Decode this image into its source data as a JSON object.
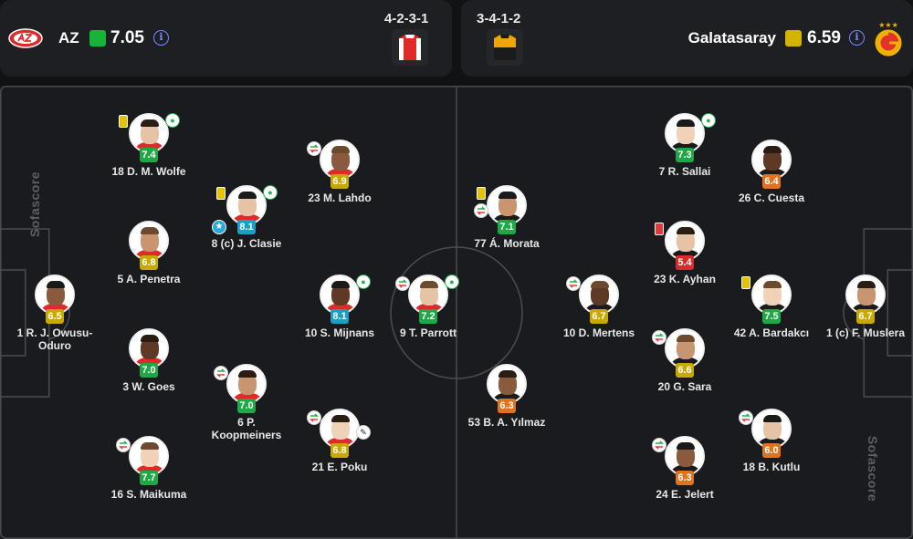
{
  "home": {
    "name": "AZ",
    "rating": "7.05",
    "formation": "4-2-3-1",
    "rating_color": "#18b43a",
    "kit_colors": [
      "#e02a2a",
      "#ffffff"
    ]
  },
  "away": {
    "name": "Galatasaray",
    "rating": "6.59",
    "formation": "3-4-1-2",
    "rating_color": "#d5b400",
    "kit_colors": [
      "#222222",
      "#f0a500"
    ]
  },
  "watermark": "Sofascore",
  "rating_colors": {
    "green": "#1fa846",
    "yellow": "#c9a900",
    "orange": "#e2731c",
    "blue": "#1d9fc3",
    "red": "#d92b2b"
  },
  "players": [
    {
      "id": "wolfe",
      "name": "18 D. M. Wolfe",
      "rating": "7.4",
      "tier": "green",
      "team": "home",
      "badges": [
        "yellow",
        "goal"
      ]
    },
    {
      "id": "penetra",
      "name": "5 A. Penetra",
      "rating": "6.8",
      "tier": "yellow",
      "team": "home",
      "badges": []
    },
    {
      "id": "owusu",
      "name": "1 R. J. Owusu-\nOduro",
      "rating": "6.5",
      "tier": "yellow",
      "team": "home",
      "badges": []
    },
    {
      "id": "goes",
      "name": "3 W. Goes",
      "rating": "7.0",
      "tier": "green",
      "team": "home",
      "badges": []
    },
    {
      "id": "maikuma",
      "name": "16 S. Maikuma",
      "rating": "7.7",
      "tier": "green",
      "team": "home",
      "badges": [
        "sub"
      ]
    },
    {
      "id": "clasie",
      "name": "8 (c) J. Clasie",
      "rating": "8.1",
      "tier": "blue",
      "team": "home",
      "badges": [
        "yellow",
        "goal",
        "star"
      ]
    },
    {
      "id": "koopmeiners",
      "name": "6 P.\nKoopmeiners",
      "rating": "7.0",
      "tier": "green",
      "team": "home",
      "badges": [
        "sub"
      ]
    },
    {
      "id": "lahdo",
      "name": "23 M. Lahdo",
      "rating": "6.9",
      "tier": "yellow",
      "team": "home",
      "badges": [
        "sub"
      ]
    },
    {
      "id": "mijnans",
      "name": "10 S. Mijnans",
      "rating": "8.1",
      "tier": "blue",
      "team": "home",
      "badges": [
        "goal"
      ]
    },
    {
      "id": "poku",
      "name": "21 E. Poku",
      "rating": "6.8",
      "tier": "yellow",
      "team": "home",
      "badges": [
        "sub",
        "boot"
      ]
    },
    {
      "id": "parrott",
      "name": "9 T. Parrott",
      "rating": "7.2",
      "tier": "green",
      "team": "home",
      "badges": [
        "sub",
        "goal"
      ]
    },
    {
      "id": "morata",
      "name": "77 Á. Morata",
      "rating": "7.1",
      "tier": "green",
      "team": "away",
      "badges": [
        "yellow",
        "sub"
      ]
    },
    {
      "id": "yilmaz",
      "name": "53 B. A. Yılmaz",
      "rating": "6.3",
      "tier": "orange",
      "team": "away",
      "badges": []
    },
    {
      "id": "mertens",
      "name": "10 D. Mertens",
      "rating": "6.7",
      "tier": "yellow",
      "team": "away",
      "badges": [
        "sub"
      ]
    },
    {
      "id": "sallai",
      "name": "7 R. Sallai",
      "rating": "7.3",
      "tier": "green",
      "team": "away",
      "badges": [
        "goal"
      ]
    },
    {
      "id": "ayhan",
      "name": "23 K. Ayhan",
      "rating": "5.4",
      "tier": "red",
      "team": "away",
      "badges": [
        "red"
      ]
    },
    {
      "id": "sara",
      "name": "20 G. Sara",
      "rating": "6.6",
      "tier": "yellow",
      "team": "away",
      "badges": [
        "sub"
      ]
    },
    {
      "id": "jelert",
      "name": "24 E. Jelert",
      "rating": "6.3",
      "tier": "orange",
      "team": "away",
      "badges": [
        "sub"
      ]
    },
    {
      "id": "cuesta",
      "name": "26 C. Cuesta",
      "rating": "6.4",
      "tier": "orange",
      "team": "away",
      "badges": []
    },
    {
      "id": "bardakci",
      "name": "42 A. Bardakcı",
      "rating": "7.5",
      "tier": "green",
      "team": "away",
      "badges": [
        "yellow"
      ]
    },
    {
      "id": "kutlu",
      "name": "18 B. Kutlu",
      "rating": "6.0",
      "tier": "orange",
      "team": "away",
      "badges": [
        "sub"
      ]
    },
    {
      "id": "muslera",
      "name": "1 (c) F. Muslera",
      "rating": "6.7",
      "tier": "yellow",
      "team": "away",
      "badges": []
    }
  ]
}
